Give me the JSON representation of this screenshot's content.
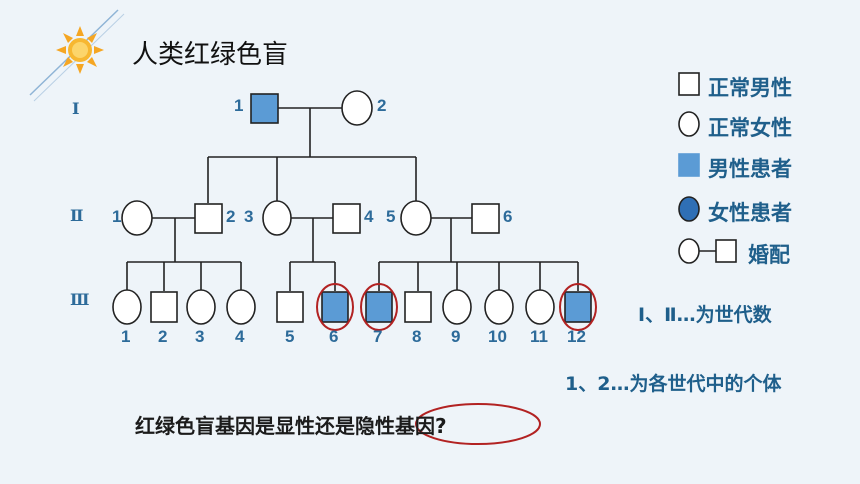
{
  "title": "人类红绿色盲",
  "generations": [
    "Ⅰ",
    "Ⅱ",
    "Ⅲ"
  ],
  "generation1_numbers": [
    "1",
    "2"
  ],
  "generation2_numbers": [
    "1",
    "2",
    "3",
    "4",
    "5",
    "6"
  ],
  "generation3_numbers": [
    "1",
    "2",
    "3",
    "4",
    "5",
    "6",
    "7",
    "8",
    "9",
    "10",
    "11",
    "12"
  ],
  "legend": {
    "normal_male": "正常男性",
    "normal_female": "正常女性",
    "affected_male": "男性患者",
    "affected_female": "女性患者",
    "marriage": "婚配"
  },
  "notes": {
    "generation_note": "Ⅰ、Ⅱ…为世代数",
    "individual_note": "1、2…为各世代中的个体"
  },
  "question": "红绿色盲基因是显性还是隐性基因?",
  "colors": {
    "affected_fill": "#5b9bd5",
    "outline": "#222222",
    "highlight_ring": "#b22222",
    "label_blue": "#2d6b9a"
  }
}
